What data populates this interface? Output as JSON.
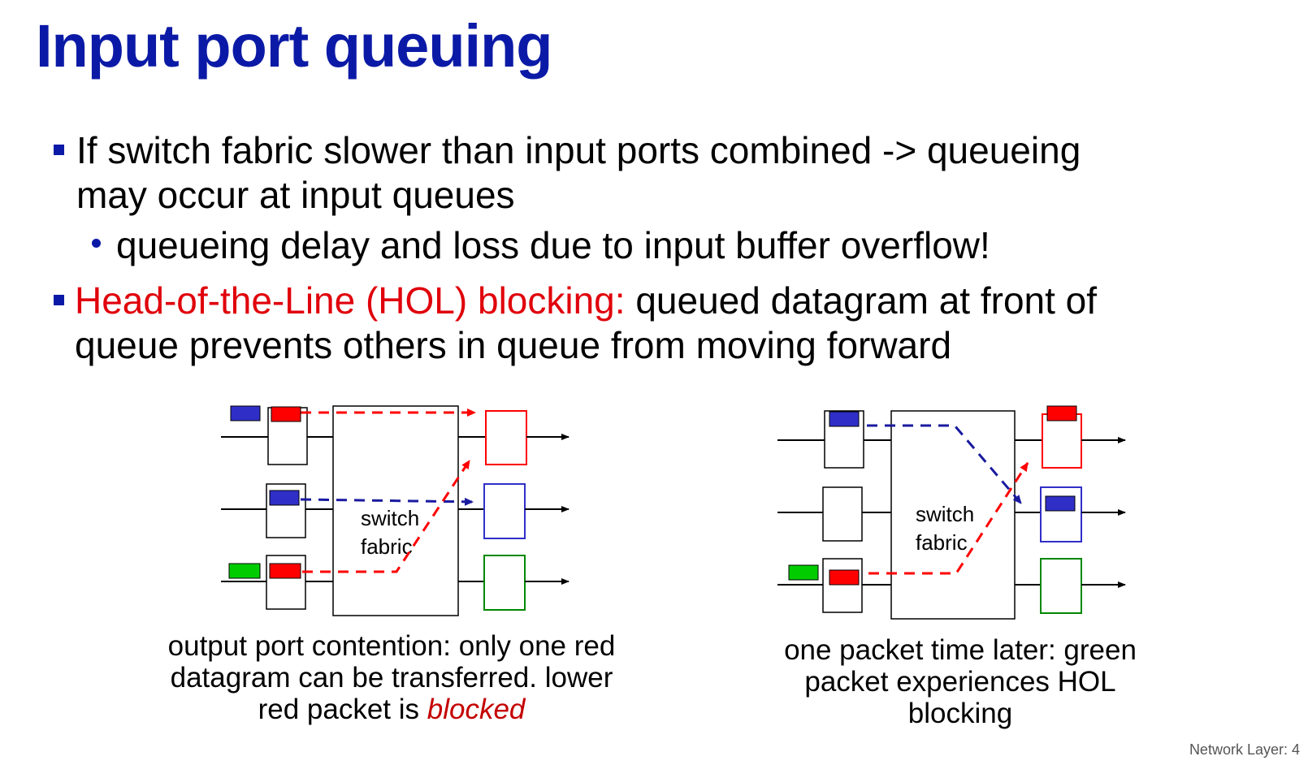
{
  "slide": {
    "title": "Input port queuing",
    "footer": "Network Layer: 4"
  },
  "bullets": [
    {
      "line1": "If switch fabric slower than input ports combined -> queueing",
      "line2": "may occur at input queues",
      "sub": "queueing delay and loss due to input buffer overflow!"
    },
    {
      "highlight": "Head-of-the-Line (HOL) blocking:",
      "line1_rest": " queued datagram at front of",
      "line2": "queue prevents others in queue from moving forward"
    }
  ],
  "diagrams": {
    "left": {
      "fabric_label_line1": "switch",
      "fabric_label_line2": "fabric",
      "caption_line1": "output port contention: only one red",
      "caption_line2": "datagram can be transferred. lower",
      "caption_line3_prefix": "red packet is ",
      "caption_line3_emph": "blocked"
    },
    "right": {
      "fabric_label_line1": "switch",
      "fabric_label_line2": "fabric",
      "caption_line1": "one packet time later: green",
      "caption_line2": "packet experiences HOL",
      "caption_line3": "blocking"
    }
  },
  "colors": {
    "title": "#0b1aa6",
    "highlight": "#e0000b",
    "packet_red": "#ff0000",
    "packet_blue": "#2f2fc8",
    "packet_green": "#00cc00"
  }
}
